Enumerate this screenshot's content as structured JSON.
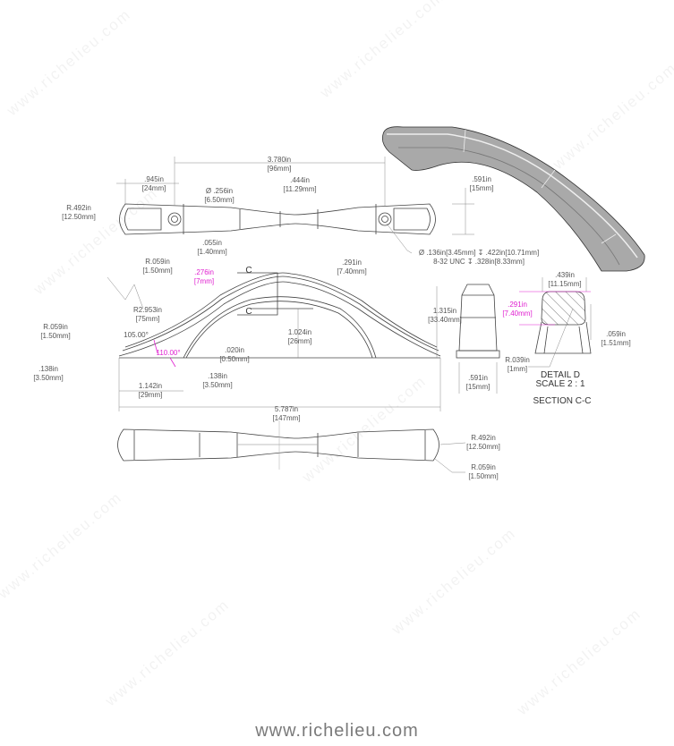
{
  "watermark": "www.richelieu.com",
  "footer": {
    "url": "www.richelieu.com"
  },
  "top_view": {
    "center_to_center": {
      "in": "3.780in",
      "mm": "[96mm]"
    },
    "end_offset": {
      "in": ".945in",
      "mm": "[24mm]"
    },
    "boss_dia": {
      "in": "Ø .256in",
      "mm": "[6.50mm]"
    },
    "mid_width": {
      "in": ".444in",
      "mm": "[11.29mm]"
    },
    "boss_gap": {
      "in": ".055in",
      "mm": "[1.40mm]"
    },
    "end_radius": {
      "in": "R.492in",
      "mm": "[12.50mm]"
    },
    "corner_radius": {
      "in": "R.059in",
      "mm": "[1.50mm]"
    },
    "end_width": {
      "in": ".591in",
      "mm": "[15mm]"
    },
    "hole_note_1": "Ø .136in[3.45mm] ↧ .422in[10.71mm]",
    "hole_note_2": "8-32 UNC ↧ .328in[8.33mm]"
  },
  "side_view": {
    "section_thickness": {
      "in": ".276in",
      "mm": "[7mm]"
    },
    "section_marker": "C",
    "top_thickness": {
      "in": ".291in",
      "mm": "[7.40mm]"
    },
    "arc_radius": {
      "in": "R2.953in",
      "mm": "[75mm]"
    },
    "foot_radius": {
      "in": "R.059in",
      "mm": "[1.50mm]"
    },
    "angle_1": "105.00°",
    "angle_2": "110.00°",
    "foot_gap": {
      "in": ".020in",
      "mm": "[0.50mm]"
    },
    "foot_height": {
      "in": ".138in",
      "mm": "[3.50mm]"
    },
    "foot_width": {
      "in": ".138in",
      "mm": "[3.50mm]"
    },
    "leg_length": {
      "in": "1.142in",
      "mm": "[29mm]"
    },
    "clearance": {
      "in": "1.024in",
      "mm": "[26mm]"
    },
    "overall_length": {
      "in": "5.787in",
      "mm": "[147mm]"
    },
    "overall_height": {
      "in": "1.315in",
      "mm": "[33.40mm]"
    }
  },
  "end_view": {
    "width": {
      "in": ".591in",
      "mm": "[15mm]"
    }
  },
  "section": {
    "width": {
      "in": ".439in",
      "mm": "[11.15mm]"
    },
    "height": {
      "in": ".291in",
      "mm": "[7.40mm]"
    },
    "edge": {
      "in": ".059in",
      "mm": "[1.51mm]"
    },
    "radius": {
      "in": "R.039in",
      "mm": "[1mm]"
    },
    "title_1": "DETAIL D",
    "title_2": "SCALE 2 : 1",
    "title_3": "SECTION C-C"
  },
  "bottom_view": {
    "end_radius": {
      "in": "R.492in",
      "mm": "[12.50mm]"
    },
    "corner_radius": {
      "in": "R.059in",
      "mm": "[1.50mm]"
    }
  }
}
